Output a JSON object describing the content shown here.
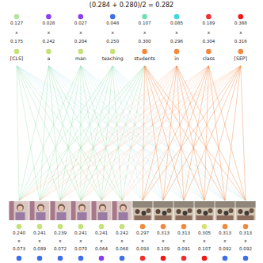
{
  "diagram": {
    "title": "(0.284 + 0.280)/2 = 0.282",
    "labels": [
      "0.127",
      "0.028",
      "0.027",
      "0.048",
      "0.107",
      "0.085",
      "0.189",
      "0.388",
      "x",
      "x",
      "x",
      "x",
      "x",
      "x",
      "x",
      "x",
      "0.175",
      "0.242",
      "0.204",
      "0.250",
      "0.300",
      "0.296",
      "0.304",
      "0.316",
      "[CLS]",
      "a",
      "man",
      "teaching",
      "students",
      "in",
      "class",
      "[SEP]",
      "0.240",
      "0.241",
      "0.239",
      "0.241",
      "0.241",
      "0.242",
      "0.297",
      "0.313",
      "0.313",
      "0.305",
      "0.313",
      "0.313",
      "x",
      "x",
      "x",
      "x",
      "x",
      "x",
      "x",
      "x",
      "x",
      "x",
      "x",
      "x",
      "0.073",
      "0.089",
      "0.072",
      "0.070",
      "0.064",
      "0.068",
      "0.093",
      "0.109",
      "0.091",
      "0.107",
      "0.092",
      "0.092"
    ]
  }
}
